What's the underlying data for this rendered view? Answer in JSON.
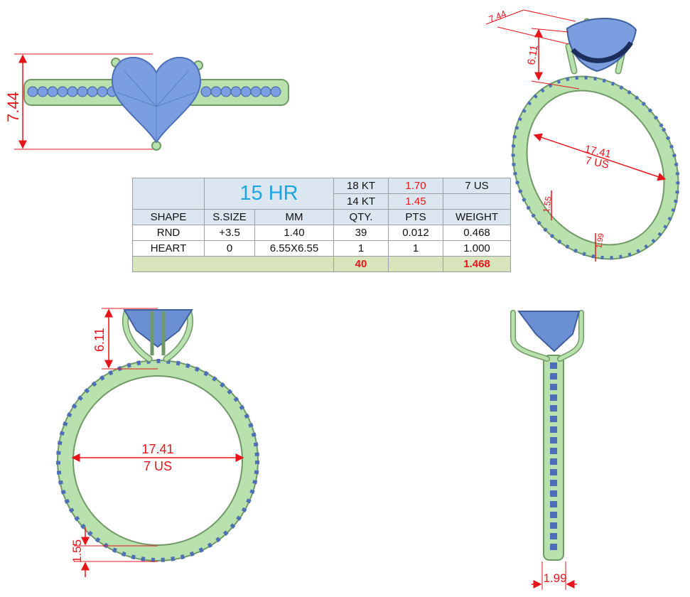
{
  "model_name": "15 HR",
  "metals": [
    {
      "karat": "18 KT",
      "weight": "1.70"
    },
    {
      "karat": "14 KT",
      "weight": "1.45"
    }
  ],
  "ring_size": "7 US",
  "table": {
    "headers": [
      "SHAPE",
      "S.SIZE",
      "MM",
      "QTY.",
      "PTS",
      "WEIGHT"
    ],
    "rows": [
      {
        "shape": "RND",
        "s_size": "+3.5",
        "mm": "1.40",
        "qty": "39",
        "pts": "0.012",
        "weight": "0.468"
      },
      {
        "shape": "HEART",
        "s_size": "0",
        "mm": "6.55X6.55",
        "qty": "1",
        "pts": "1",
        "weight": "1.000"
      }
    ],
    "total_qty": "40",
    "total_weight": "1.468"
  },
  "dimensions": {
    "top_view_height": "7.44",
    "setting_height": "6.11",
    "inner_diameter": "17.41",
    "ring_size": "7 US",
    "shank_thickness": "1.55",
    "shank_width": "1.99",
    "iso_top_width": "7.44",
    "iso_setting_height": "6.11",
    "iso_inner_diameter": "17.41",
    "iso_ring_size": "7 US",
    "iso_shank_thickness": "1.55",
    "iso_shank_width": "1.99"
  },
  "colors": {
    "metal": "#b9e1ad",
    "metal_shade": "#86b67c",
    "stone": "#7b9ee0",
    "stone_shade": "#4c6fb8",
    "dimension": "#e8141b"
  }
}
